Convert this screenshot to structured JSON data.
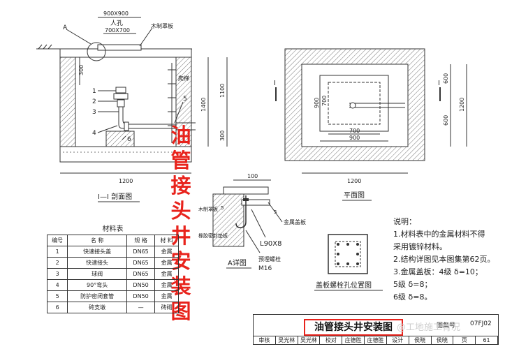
{
  "main_title_vertical": [
    "油",
    "管",
    "接",
    "头",
    "井",
    "安",
    "装",
    "图"
  ],
  "section": {
    "label_A": "A",
    "dim_900x900": "900X900",
    "dim_manhole_label": "人孔",
    "dim_700x700": "700X700",
    "wood_cover": "木制罩板",
    "step_label": "爬梯",
    "dim_300_top": "300",
    "dim_1400": "1400",
    "dim_1100": "1100",
    "dim_300_bottom": "300",
    "dim_1200": "1200",
    "callouts": [
      "1",
      "2",
      "3",
      "4",
      "5",
      "6"
    ],
    "caption": "I—I  剖面图"
  },
  "plan": {
    "section_mark_left": "I",
    "section_mark_right": "I",
    "dim_900_v": "900",
    "dim_700_v": "700",
    "dim_600_top": "600",
    "dim_600_bottom": "600",
    "dim_1200_v": "1200",
    "dim_700_h": "700",
    "dim_900_h": "900",
    "dim_1200_h": "1200",
    "caption": "平面图"
  },
  "detail": {
    "dim_100": "100",
    "dim_5_left": "5",
    "dim_5_right": "5",
    "wood_cover": "木制罩板",
    "gasket": "橡胶密封垫板",
    "metal_cover": "金属盖板",
    "angle": "L90X8",
    "bolt": "预埋螺栓",
    "bolt_size": "M16",
    "caption": "A详图"
  },
  "bolt_plan": {
    "caption": "盖板螺栓孔位置图"
  },
  "materials": {
    "title": "材料表",
    "headers": [
      "编号",
      "名  称",
      "规 格",
      "材 料"
    ],
    "rows": [
      [
        "1",
        "快速接头盖",
        "DN65",
        "金属"
      ],
      [
        "2",
        "快速接头",
        "DN65",
        "金属"
      ],
      [
        "3",
        "球阀",
        "DN65",
        "金属"
      ],
      [
        "4",
        "90°弯头",
        "DN50",
        "金属"
      ],
      [
        "5",
        "防护密闭套管",
        "DN50",
        "金属"
      ],
      [
        "6",
        "砖支墩",
        "—",
        "砖砌"
      ]
    ]
  },
  "notes": {
    "heading": "说明：",
    "lines": [
      "1.材料表中的金属材料不得",
      "   采用镀锌材料。",
      "2.结构详图见本图集第62页。",
      "3.金属盖板：4级  δ=10；",
      "                  5级  δ=8；",
      "                  6级  δ=8。"
    ]
  },
  "title_block": {
    "title": "油管接头井安装图",
    "atlas_label": "图集号",
    "atlas_no": "07FJ02",
    "row": [
      "审核",
      "吴光林",
      "吴光林",
      "校对",
      "庄德胜",
      "庄德胜",
      "设计",
      "侯晓",
      "侯晓",
      "页",
      "61"
    ],
    "watermark": "@工地施工青况"
  }
}
